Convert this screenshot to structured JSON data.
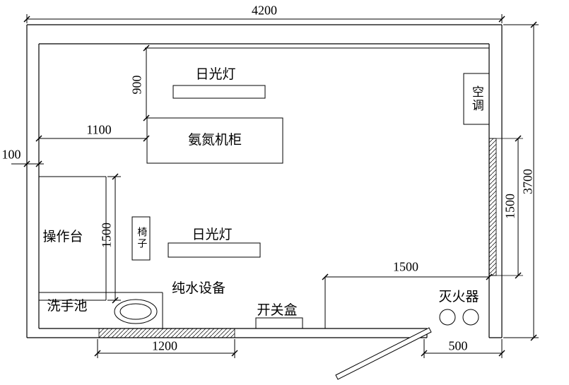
{
  "drawing": {
    "dims": {
      "d4200": "4200",
      "d3700": "3700",
      "d100": "100",
      "d900": "900",
      "d1100": "1100",
      "d1500_bench": "1500",
      "d1500_window": "1500",
      "d1500_corner": "1500",
      "d1200": "1200",
      "d500": "500"
    },
    "labels": {
      "lamp_top": "日光灯",
      "cabinet": "氨氮机柜",
      "ac": "空调",
      "bench": "操作台",
      "chair": "椅子",
      "lamp_mid": "日光灯",
      "pure_water": "纯水设备",
      "sink": "洗手池",
      "switch_box": "开关盒",
      "extinguisher": "灭火器"
    },
    "line_color": "#000000",
    "background": "#ffffff"
  }
}
